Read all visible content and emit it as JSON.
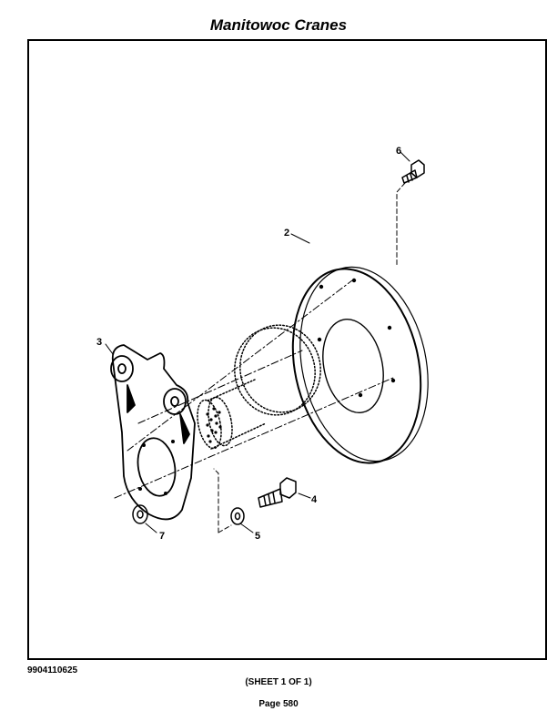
{
  "header": {
    "title": "Manitowoc Cranes"
  },
  "diagram": {
    "callouts": [
      {
        "id": "c2",
        "label": "2"
      },
      {
        "id": "c3",
        "label": "3"
      },
      {
        "id": "c4",
        "label": "4"
      },
      {
        "id": "c5",
        "label": "5"
      },
      {
        "id": "c6",
        "label": "6"
      },
      {
        "id": "c7",
        "label": "7"
      }
    ]
  },
  "footer": {
    "doc_number": "9904110625",
    "sheet": "(SHEET 1 OF 1)",
    "page": "Page 580"
  }
}
